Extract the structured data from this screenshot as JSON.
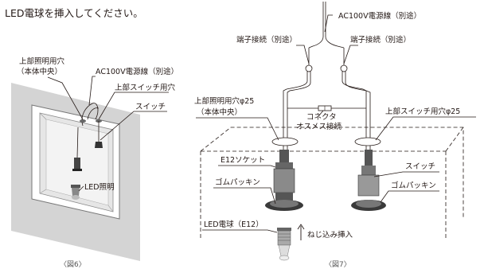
{
  "title": "LED電球を挿入してください。",
  "fig6": {
    "caption": "〈図6〉",
    "label_hole_center_1": "上部照明用穴",
    "label_hole_center_2": "（本体中央）",
    "label_power_cable": "AC100V電源線（別途）",
    "label_switch_hole": "上部スイッチ用穴",
    "label_switch": "スイッチ",
    "label_led_light": "LED照明"
  },
  "fig7": {
    "caption": "〈図7〉",
    "label_power_cable": "AC100V電源線（別途）",
    "label_terminal_left": "端子接続（別途）",
    "label_terminal_right": "端子接続（別途）",
    "label_hole_center_1": "上部照明用穴φ25",
    "label_hole_center_2": "（本体中央）",
    "label_connector_1": "コネクタ",
    "label_connector_2": "オスメス接続",
    "label_switch_hole": "上部スイッチ用穴φ25",
    "label_socket": "E12ソケット",
    "label_gasket_left": "ゴムパッキン",
    "label_switch": "スイッチ",
    "label_gasket_right": "ゴムパッキン",
    "label_bulb": "LED電球（E12）",
    "label_screw": "ねじ込み挿入"
  }
}
